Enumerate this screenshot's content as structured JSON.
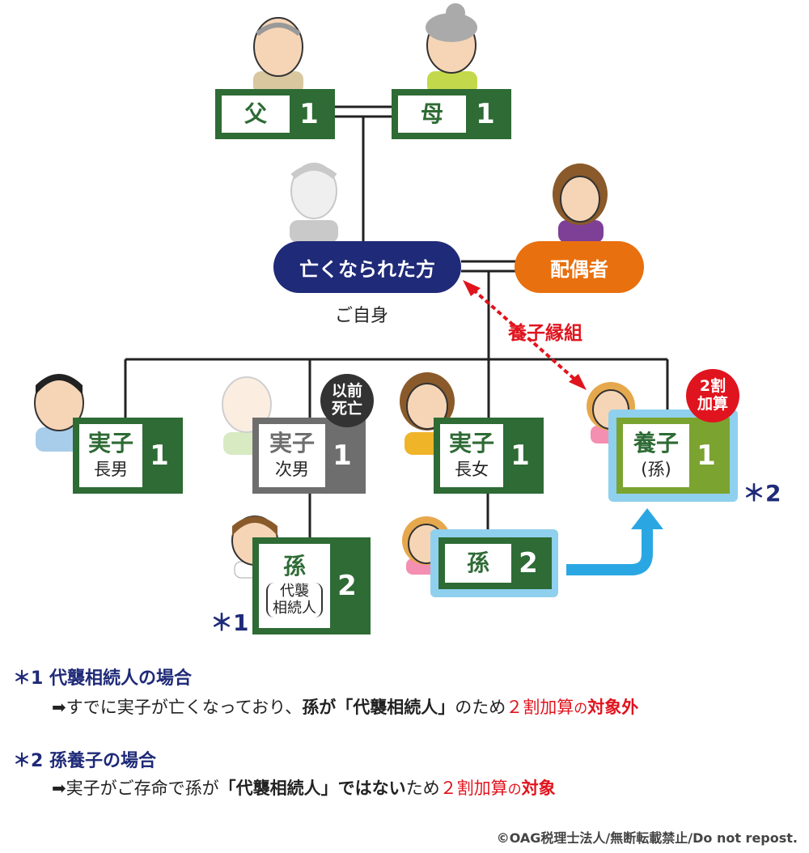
{
  "father": {
    "label": "父",
    "share": "1"
  },
  "mother": {
    "label": "母",
    "share": "1"
  },
  "deceased": {
    "label": "亡くなられた方",
    "caption": "ご自身"
  },
  "spouse": {
    "label": "配偶者"
  },
  "adoption_label": "養子縁組",
  "children": [
    {
      "label": "実子",
      "sub": "長男",
      "share": "1"
    },
    {
      "label": "実子",
      "sub": "次男",
      "share": "1",
      "badge": "以前\n死亡",
      "badge_lines": [
        "以前",
        "死亡"
      ]
    },
    {
      "label": "実子",
      "sub": "長女",
      "share": "1"
    },
    {
      "label": "養子",
      "sub": "(孫)",
      "share": "1",
      "badge_lines": [
        "2割",
        "加算"
      ]
    }
  ],
  "grandchild_1": {
    "label": "孫",
    "sub_lines": [
      "代襲",
      "相続人"
    ],
    "share": "2",
    "mark": "＊1"
  },
  "grandchild_2": {
    "label": "孫",
    "share": "2"
  },
  "adopted_mark": "＊2",
  "notes": [
    {
      "head": "＊1 代襲相続人の場合",
      "parts": [
        {
          "t": "➡すでに実子が亡くなっており、",
          "s": "n"
        },
        {
          "t": "孫が「代襲相続人」",
          "s": "b"
        },
        {
          "t": "のため",
          "s": "n"
        },
        {
          "t": "２割加算",
          "s": "r"
        },
        {
          "t": "の",
          "s": "rs"
        },
        {
          "t": "対象外",
          "s": "rb"
        }
      ]
    },
    {
      "head": "＊2 孫養子の場合",
      "parts": [
        {
          "t": "➡実子がご存命で孫が",
          "s": "n"
        },
        {
          "t": "「代襲相続人」ではない",
          "s": "b"
        },
        {
          "t": "ため",
          "s": "n"
        },
        {
          "t": "２割加算",
          "s": "r"
        },
        {
          "t": "の",
          "s": "rs"
        },
        {
          "t": "対象",
          "s": "rb"
        }
      ]
    }
  ],
  "copyright": "©OAG税理士法人/無断転載禁止/Do not repost.",
  "colors": {
    "green": "#2e6b35",
    "gray": "#6e6e6e",
    "navy": "#1f2a78",
    "orange": "#e8700f",
    "red": "#e0141e",
    "light_blue": "#8fd0ee",
    "olive": "#7ba330"
  }
}
